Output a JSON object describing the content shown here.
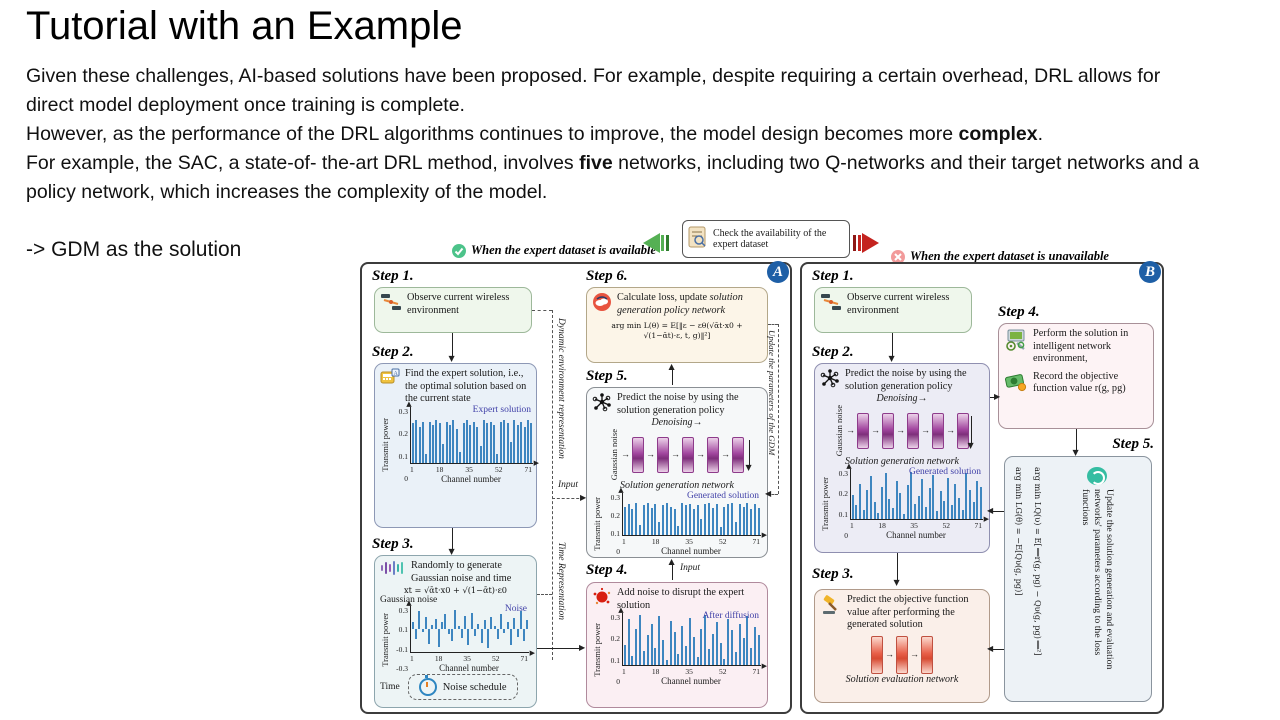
{
  "slide": {
    "title": "Tutorial with an Example",
    "p1": "Given these challenges, AI-based solutions have been proposed. For example, despite requiring a certain overhead, DRL allows for direct model deployment once training is complete.",
    "p2_pre": "However, as the performance of the DRL algorithms continues to improve, the model design becomes more ",
    "p2_bold": "complex",
    "p2_post": ".",
    "p3_pre": "For example, the SAC, a state-of- the-art DRL method, involves ",
    "p3_bold": "five",
    "p3_post": " networks, including two Q-networks and their target networks and a policy network, which increases the complexity of the model.",
    "note": "-> GDM as the solution"
  },
  "figure": {
    "header": {
      "check_box": "Check  the availability of the expert dataset",
      "available": "When the expert dataset is available",
      "unavailable": "When the expert dataset is unavailable"
    },
    "panel_a": {
      "badge": "A",
      "step1_label": "Step 1.",
      "step1_text": "Observe current wireless environment",
      "step2_label": "Step 2.",
      "step2_text": "Find the expert solution, i.e., the optimal solution based on the current state",
      "step3_label": "Step 3.",
      "step3_text": "Randomly to generate Gaussian noise and time",
      "step3_formula": "xt = √ᾱt·x0 + √(1−ᾱt)·ε0",
      "gaussian_noise": "Gaussian noise",
      "time": "Time",
      "noise_schedule": "Noise schedule",
      "step4_label": "Step 4.",
      "step4_text": "Add noise to disrupt the expert solution",
      "step5_label": "Step 5.",
      "step5_text": "Predict the noise by using the solution generation policy",
      "denoising": "Denoising→",
      "chain_label": "Gaussian noise",
      "network_label": "Solution generation network",
      "step6_label": "Step 6.",
      "step6_text_pre": "Calculate loss, update ",
      "step6_text_it": "solution generation policy network",
      "step6_formula": "arg min L(θ) = E[‖ε − εθ(√ᾱt·x0 + √(1−ᾱt)·ε, t, g)‖²]",
      "dyn_label": "Dynamic environment representation",
      "time_label": "Time Representation",
      "update_label": "Update the parameters of the GDM",
      "input1": "Input",
      "input2": "Input"
    },
    "panel_b": {
      "badge": "B",
      "step1_label": "Step 1.",
      "step1_text": "Observe current wireless environment",
      "step2_label": "Step 2.",
      "step2_text": "Predict the noise by using the solution generation policy",
      "denoising": "Denoising→",
      "chain_label": "Gaussian noise",
      "network_label": "Solution generation network",
      "step3_label": "Step 3.",
      "step3_text": "Predict the objective function value after performing  the generated solution",
      "eval_label": "Solution evaluation network",
      "step4_label": "Step 4.",
      "step4_item1": "Perform the solution in intelligent network environment,",
      "step4_item2": "Record the objective function value r(g, pg)",
      "step5_label": "Step 5.",
      "step5_formula_gen": "arg min LG(θ) = −E[Qυ(g, pg)]",
      "step5_formula_q": "arg min LQ(υ) = E[‖r(g, pg) − Qυ(g, pg)‖²]",
      "step5_text": "Update the solution generation and evaluation networks' parameters according to the loss functions"
    }
  },
  "chart_data": [
    {
      "name": "expert-solution",
      "type": "bar",
      "title": "Expert solution",
      "ylabel": "Transmit power",
      "xlabel": "Channel number",
      "yticks": [
        "0.3",
        "0.2",
        "0.1",
        "0"
      ],
      "xticks": [
        "1",
        "18",
        "35",
        "52",
        "71"
      ],
      "ymax": 0.33,
      "mid": false,
      "values": [
        0.23,
        0.25,
        0.21,
        0.24,
        0.05,
        0.24,
        0.22,
        0.25,
        0.23,
        0.11,
        0.24,
        0.22,
        0.25,
        0.2,
        0.06,
        0.23,
        0.25,
        0.22,
        0.24,
        0.21,
        0.1,
        0.25,
        0.23,
        0.24,
        0.22,
        0.05,
        0.24,
        0.25,
        0.23,
        0.12,
        0.25,
        0.22,
        0.24,
        0.21,
        0.25,
        0.23
      ]
    },
    {
      "name": "gaussian-noise",
      "type": "bar",
      "title": "Noise",
      "ylabel": "Transmit power",
      "xlabel": "Channel number",
      "yticks": [
        "0.3",
        "0.1",
        "-0.1",
        "-0.3"
      ],
      "xticks": [
        "1",
        "18",
        "35",
        "52",
        "71"
      ],
      "ymax": 0.42,
      "mid": true,
      "values": [
        0.12,
        -0.18,
        0.32,
        -0.06,
        0.22,
        -0.28,
        0.08,
        0.18,
        -0.33,
        0.12,
        0.27,
        -0.1,
        -0.22,
        0.35,
        0.06,
        -0.16,
        0.24,
        -0.3,
        0.3,
        -0.12,
        0.1,
        -0.26,
        0.16,
        -0.34,
        0.22,
        0.06,
        -0.18,
        0.28,
        -0.08,
        0.12,
        -0.3,
        0.2,
        -0.14,
        0.32,
        -0.22,
        0.16
      ]
    },
    {
      "name": "generated-solution-a",
      "type": "bar",
      "title": "Generated solution",
      "ylabel": "Transmit power",
      "xlabel": "Channel number",
      "yticks": [
        "0.3",
        "0.2",
        "0.1",
        "0"
      ],
      "xticks": [
        "1",
        "18",
        "35",
        "52",
        "71"
      ],
      "ymax": 0.33,
      "mid": false,
      "values": [
        0.22,
        0.24,
        0.2,
        0.25,
        0.08,
        0.23,
        0.25,
        0.21,
        0.24,
        0.1,
        0.23,
        0.25,
        0.22,
        0.2,
        0.07,
        0.25,
        0.23,
        0.24,
        0.2,
        0.23,
        0.12,
        0.24,
        0.25,
        0.21,
        0.24,
        0.06,
        0.22,
        0.24,
        0.25,
        0.1,
        0.24,
        0.22,
        0.25,
        0.2,
        0.24,
        0.21
      ]
    },
    {
      "name": "after-diffusion",
      "type": "bar",
      "title": "After diffusion",
      "ylabel": "Transmit power",
      "xlabel": "Channel number",
      "yticks": [
        "0.3",
        "0.2",
        "0.1",
        "0"
      ],
      "xticks": [
        "1",
        "18",
        "35",
        "52",
        "71"
      ],
      "ymax": 0.33,
      "mid": false,
      "values": [
        0.13,
        0.29,
        0.06,
        0.23,
        0.32,
        0.09,
        0.19,
        0.26,
        0.11,
        0.31,
        0.16,
        0.03,
        0.28,
        0.21,
        0.07,
        0.25,
        0.12,
        0.3,
        0.18,
        0.05,
        0.23,
        0.32,
        0.1,
        0.2,
        0.27,
        0.14,
        0.04,
        0.29,
        0.22,
        0.08,
        0.26,
        0.17,
        0.31,
        0.11,
        0.24,
        0.19
      ]
    },
    {
      "name": "generated-solution-b",
      "type": "bar",
      "title": "Generated solution",
      "ylabel": "Transmit power",
      "xlabel": "Channel number",
      "yticks": [
        "0.3",
        "0.2",
        "0.1",
        "0"
      ],
      "xticks": [
        "1",
        "18",
        "35",
        "52",
        "71"
      ],
      "ymax": 0.33,
      "mid": false,
      "values": [
        0.16,
        0.09,
        0.23,
        0.06,
        0.19,
        0.28,
        0.11,
        0.04,
        0.21,
        0.3,
        0.13,
        0.07,
        0.25,
        0.17,
        0.03,
        0.22,
        0.31,
        0.1,
        0.15,
        0.26,
        0.08,
        0.2,
        0.29,
        0.05,
        0.18,
        0.12,
        0.27,
        0.09,
        0.23,
        0.14,
        0.06,
        0.3,
        0.19,
        0.11,
        0.25,
        0.21
      ]
    }
  ],
  "colors": {
    "bar": "#3e86c0",
    "series_label": "#4141a8",
    "denoise": "#a2479f",
    "eval": "#e8604a",
    "badge": "#1e5fa6",
    "green": "#55b054",
    "red": "#c4231f"
  }
}
